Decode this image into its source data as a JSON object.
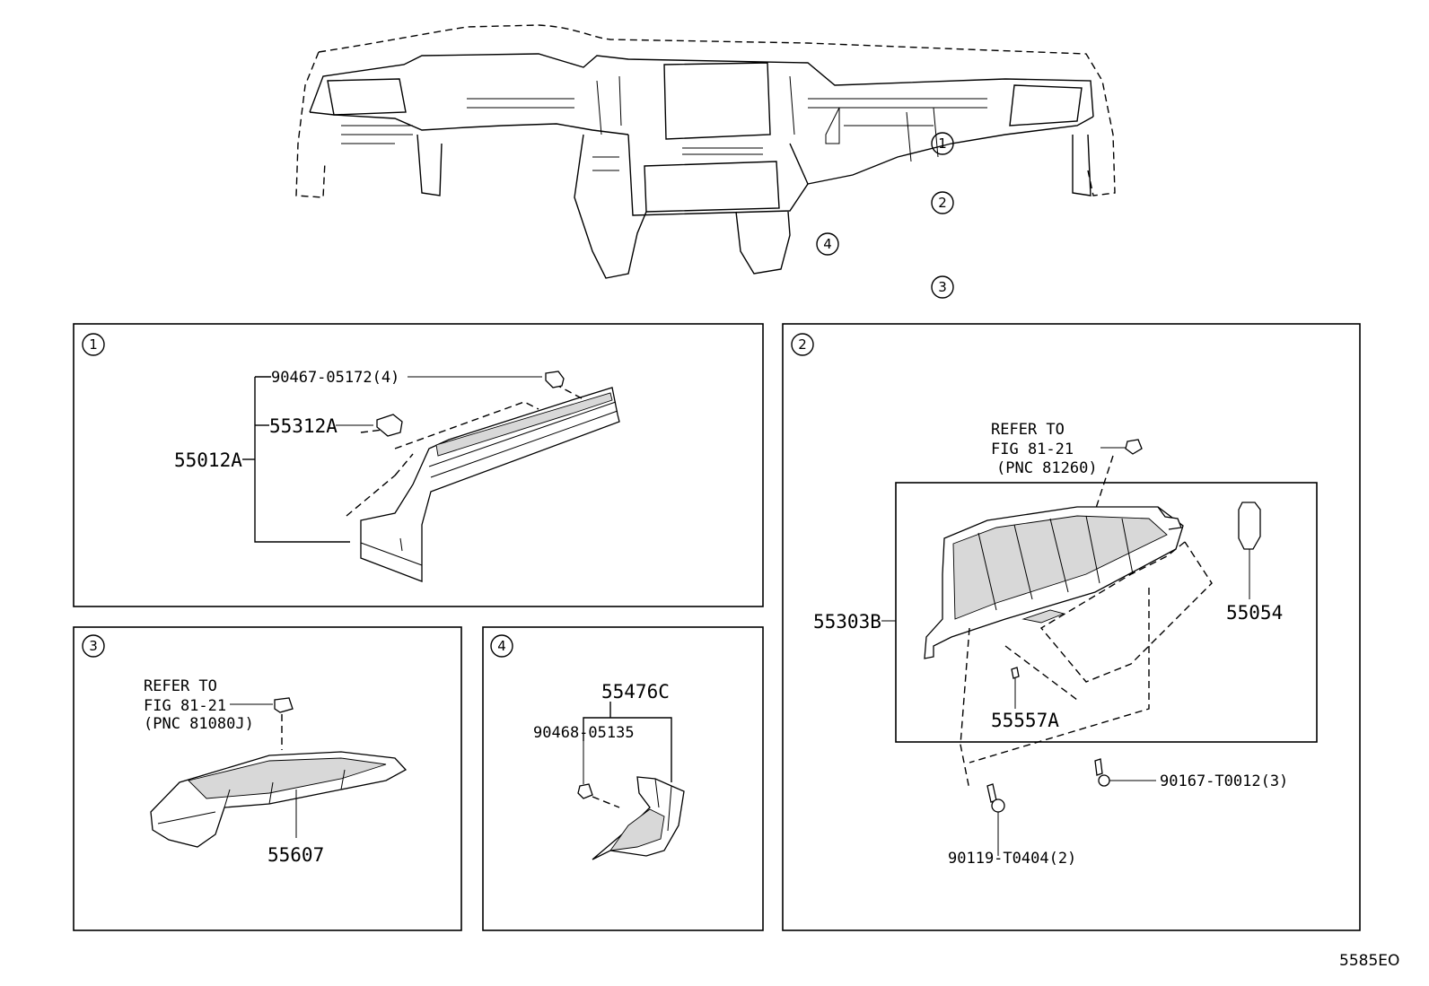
{
  "overview": {
    "callouts": [
      "1",
      "2",
      "4",
      "3"
    ]
  },
  "panel1": {
    "index": "1",
    "labels": {
      "clip": "90467-05172(4)",
      "pad": "55312A",
      "cover": "55012A"
    }
  },
  "panel2": {
    "index": "2",
    "refer_to": "REFER TO",
    "fig": "FIG 81-21",
    "pnc": "(PNC 81260)",
    "labels": {
      "box": "55303B",
      "damper": "55054",
      "stopper": "55557A",
      "screw_a": "90167-T0012(3)",
      "screw_b": "90119-T0404(2)"
    }
  },
  "panel3": {
    "index": "3",
    "refer_to": "REFER TO",
    "fig": "FIG 81-21",
    "pnc": "(PNC 81080J)",
    "labels": {
      "panel": "55607"
    }
  },
  "panel4": {
    "index": "4",
    "labels": {
      "bracket": "55476C",
      "clip": "90468-05135"
    }
  },
  "code": "5585EO"
}
